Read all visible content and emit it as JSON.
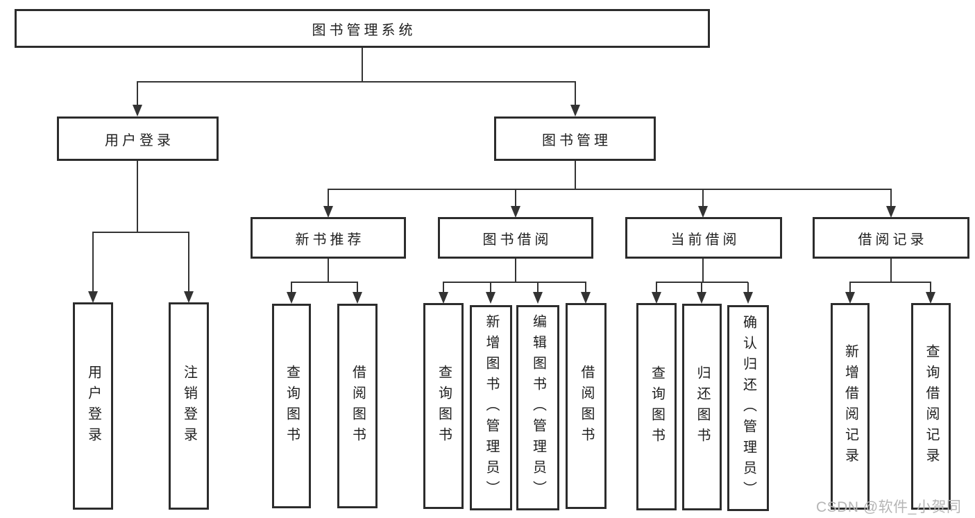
{
  "tree": {
    "root": {
      "label": "图书管理系统"
    },
    "branches": [
      {
        "label": "用户登录",
        "children": [
          {
            "label": "用户登录"
          },
          {
            "label": "注销登录"
          }
        ]
      },
      {
        "label": "图书管理",
        "children": [
          {
            "label": "新书推荐",
            "children": [
              {
                "label": "查询图书"
              },
              {
                "label": "借阅图书"
              }
            ]
          },
          {
            "label": "图书借阅",
            "children": [
              {
                "label": "查询图书"
              },
              {
                "label": "新增图书（管理员）"
              },
              {
                "label": "编辑图书（管理员）"
              },
              {
                "label": "借阅图书"
              }
            ]
          },
          {
            "label": "当前借阅",
            "children": [
              {
                "label": "查询图书"
              },
              {
                "label": "归还图书"
              },
              {
                "label": "确认归还（管理员）"
              }
            ]
          },
          {
            "label": "借阅记录",
            "children": [
              {
                "label": "新增借阅记录"
              },
              {
                "label": "查询借阅记录"
              }
            ]
          }
        ]
      }
    ]
  },
  "watermark": {
    "text": "CSDN @软件_小贺同学"
  },
  "colors": {
    "line": "#333333",
    "border": "#2c2c2c",
    "text": "#1f1f1f",
    "watermark": "#b5b5b5",
    "background": "#ffffff"
  }
}
